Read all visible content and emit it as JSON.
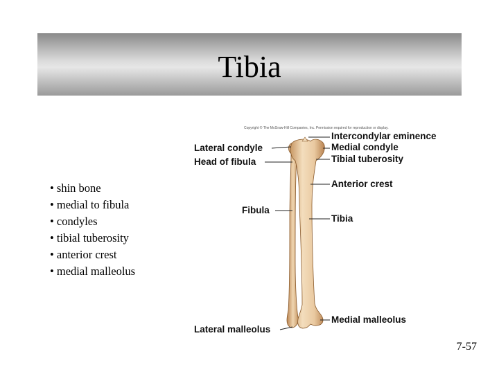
{
  "slide": {
    "title": "Tibia",
    "bullets": [
      "• shin bone",
      "• medial to fibula",
      "• condyles",
      "• tibial tuberosity",
      "• anterior crest",
      "• medial malleolus"
    ],
    "page_number": "7-57"
  },
  "figure": {
    "copyright": "Copyright © The McGraw-Hill Companies, Inc. Permission required for reproduction or display.",
    "labels": {
      "intercondylar_eminence": "Intercondylar eminence",
      "lateral_condyle": "Lateral condyle",
      "medial_condyle": "Medial condyle",
      "head_of_fibula": "Head of fibula",
      "tibial_tuberosity": "Tibial tuberosity",
      "anterior_crest": "Anterior crest",
      "fibula": "Fibula",
      "tibia": "Tibia",
      "lateral_malleolus": "Lateral malleolus",
      "medial_malleolus": "Medial malleolus"
    },
    "colors": {
      "bone": "#e9c9a0",
      "bone_shadow": "#c99a66",
      "outline": "#8a5a2b"
    }
  }
}
